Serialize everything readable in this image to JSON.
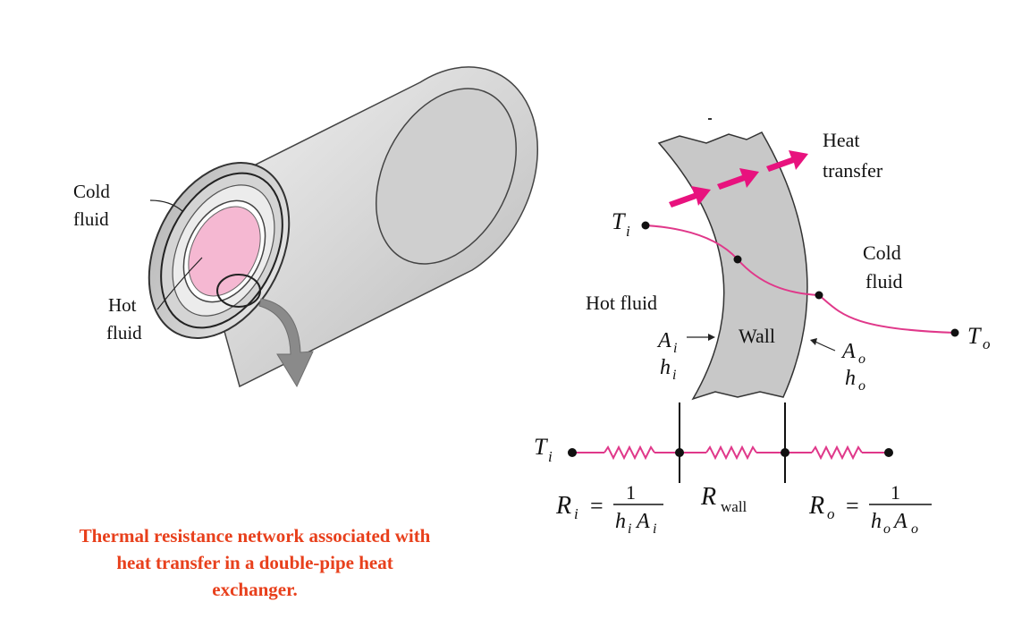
{
  "colors": {
    "accent_arrow": "#e8127e",
    "temperature_profile": "#e0388a",
    "hot_fluid_fill": "#f5b8d2",
    "caption": "#e8401c",
    "wall_fill": "#c8c8c8"
  },
  "pipe": {
    "cold_fluid_label_1": "Cold",
    "cold_fluid_label_2": "fluid",
    "hot_fluid_label_1": "Hot",
    "hot_fluid_label_2": "fluid"
  },
  "wall_view": {
    "heat_transfer_1": "Heat",
    "heat_transfer_2": "transfer",
    "cold_fluid_1": "Cold",
    "cold_fluid_2": "fluid",
    "hot_fluid": "Hot fluid",
    "wall": "Wall",
    "t_i": "T",
    "t_i_sub": "i",
    "t_o": "T",
    "t_o_sub": "o",
    "a_i": "A",
    "a_i_sub": "i",
    "h_i": "h",
    "h_i_sub": "i",
    "a_o": "A",
    "a_o_sub": "o",
    "h_o": "h",
    "h_o_sub": "o"
  },
  "network": {
    "t_i": "T",
    "t_i_sub": "i",
    "r_i": "R",
    "r_i_sub": "i",
    "r_i_eq": "=",
    "r_i_num": "1",
    "r_i_den_h": "h",
    "r_i_den_h_sub": "i",
    "r_i_den_a": "A",
    "r_i_den_a_sub": "i",
    "r_wall": "R",
    "r_wall_sub": "wall",
    "r_o": "R",
    "r_o_sub": "o",
    "r_o_eq": "=",
    "r_o_num": "1",
    "r_o_den_h": "h",
    "r_o_den_h_sub": "o",
    "r_o_den_a": "A",
    "r_o_den_a_sub": "o"
  },
  "caption": {
    "line_1": "Thermal resistance network associated with",
    "line_2": "heat transfer in a double-pipe heat",
    "line_3": "exchanger."
  }
}
